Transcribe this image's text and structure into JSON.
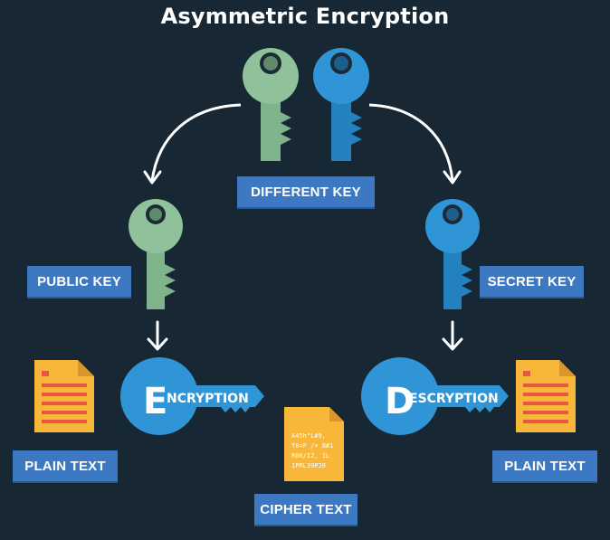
{
  "title": "Asymmetric Encryption",
  "labels": {
    "different_key": "DIFFERENT KEY",
    "public_key": "PUBLIC KEY",
    "secret_key": "SECRET KEY",
    "plain_text_left": "PLAIN TEXT",
    "plain_text_right": "PLAIN TEXT",
    "cipher_text": "CIPHER TEXT"
  },
  "encryption": {
    "initial": "E",
    "rest": "NCRYPTION"
  },
  "descryption": {
    "initial": "D",
    "rest": "ESCRYPTION"
  },
  "cipher_lines": [
    "A45h\"L#9,",
    "T6=F /+ 8#1",
    "R06/I2, 1L",
    "1PRL39P20"
  ],
  "colors": {
    "background": "#172734",
    "public_key_green": "#8fc19a",
    "secret_key_blue": "#2f95d6",
    "label_blue": "#3d79c2",
    "document_orange": "#f8b738"
  }
}
